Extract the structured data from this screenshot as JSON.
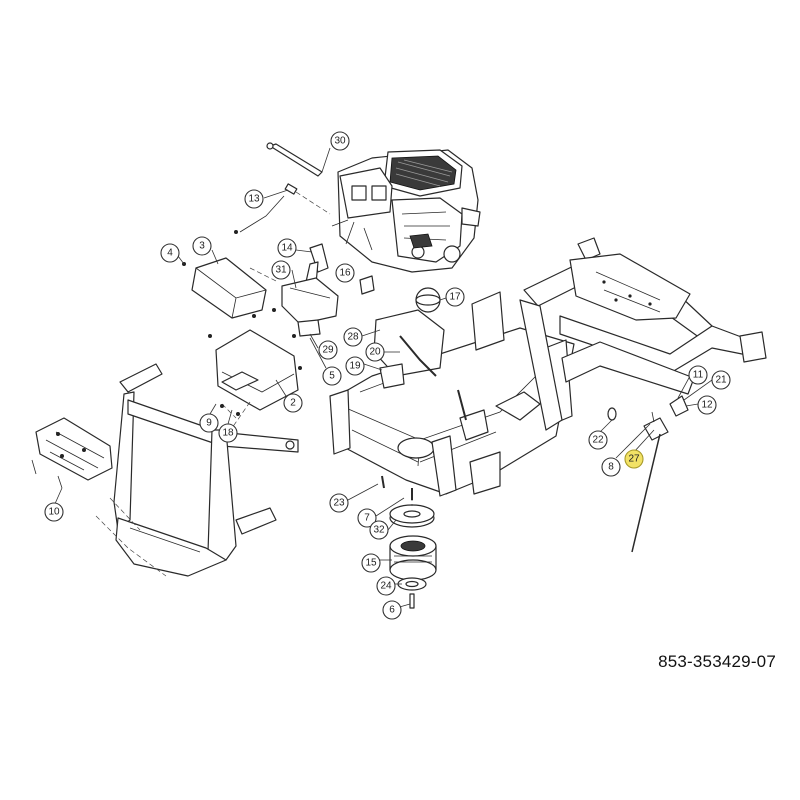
{
  "diagram": {
    "part_number": "853-353429-07",
    "callouts": [
      {
        "label": "30",
        "highlight": false
      },
      {
        "label": "13",
        "highlight": false
      },
      {
        "label": "4",
        "highlight": false
      },
      {
        "label": "3",
        "highlight": false
      },
      {
        "label": "14",
        "highlight": false
      },
      {
        "label": "16",
        "highlight": false
      },
      {
        "label": "31",
        "highlight": false
      },
      {
        "label": "17",
        "highlight": false
      },
      {
        "label": "28",
        "highlight": false
      },
      {
        "label": "20",
        "highlight": false
      },
      {
        "label": "19",
        "highlight": false
      },
      {
        "label": "29",
        "highlight": false
      },
      {
        "label": "5",
        "highlight": false
      },
      {
        "label": "2",
        "highlight": false
      },
      {
        "label": "9",
        "highlight": false
      },
      {
        "label": "18",
        "highlight": false
      },
      {
        "label": "10",
        "highlight": false
      },
      {
        "label": "11",
        "highlight": false
      },
      {
        "label": "21",
        "highlight": false
      },
      {
        "label": "12",
        "highlight": false
      },
      {
        "label": "22",
        "highlight": false
      },
      {
        "label": "8",
        "highlight": false
      },
      {
        "label": "27",
        "highlight": true
      },
      {
        "label": "23",
        "highlight": false
      },
      {
        "label": "7",
        "highlight": false
      },
      {
        "label": "32",
        "highlight": false
      },
      {
        "label": "15",
        "highlight": false
      },
      {
        "label": "24",
        "highlight": false
      },
      {
        "label": "6",
        "highlight": false
      }
    ]
  }
}
